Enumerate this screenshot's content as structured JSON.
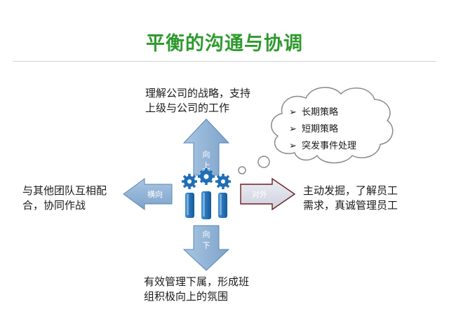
{
  "title": "平衡的沟通与协调",
  "up": {
    "arrow_label": [
      "向",
      "上"
    ],
    "text": [
      "理解公司的战略，支持",
      "上级与公司的工作"
    ]
  },
  "down": {
    "arrow_label": [
      "向",
      "下"
    ],
    "text": [
      "有效管理下属，形成班",
      "组积极向上的氛围"
    ]
  },
  "left": {
    "arrow_label": "横向",
    "text": [
      "与其他团队互相配",
      "合，协同作战"
    ]
  },
  "right": {
    "arrow_label": "对外",
    "text": [
      "主动发掘，了解员工",
      "需求，真诚管理员工"
    ]
  },
  "cloud": {
    "bullet": "➢",
    "items": [
      "长期策略",
      "短期策略",
      "突发事件处理"
    ]
  },
  "colors": {
    "title": "#2e9a2e",
    "arrow_blue": "#8fb3d5",
    "arrow_outline": "#5a86b5",
    "arrow_right_fill": "#e0e2ec",
    "arrow_right_outline": "#6b1f1f",
    "people": "#1f6fb5",
    "cloud_outline": "#8a8a8a"
  },
  "icons": {
    "center": "team-gears-icon"
  }
}
